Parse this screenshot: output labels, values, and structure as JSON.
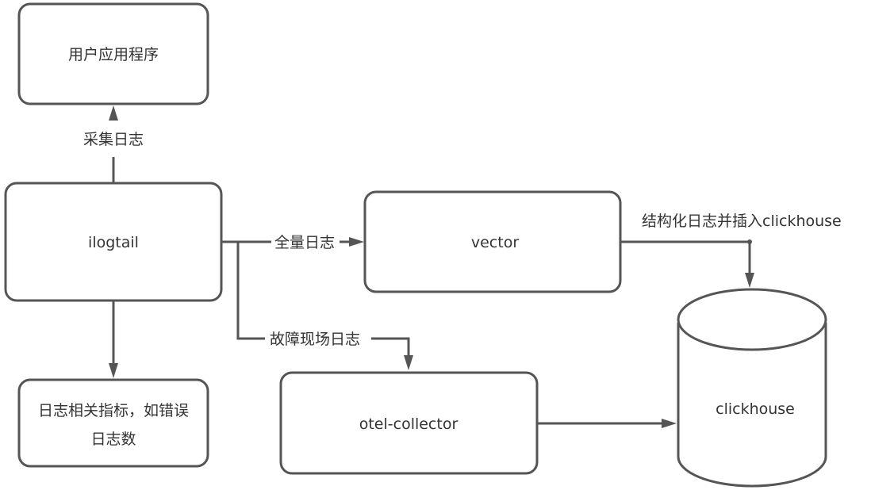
{
  "diagram": {
    "type": "flowchart",
    "nodes": {
      "user_app": {
        "label": "用户应用程序",
        "shape": "rounded-rectangle"
      },
      "ilogtail": {
        "label": "ilogtail",
        "shape": "rounded-rectangle"
      },
      "metrics": {
        "label_line1": "日志相关指标，如错误",
        "label_line2": "日志数",
        "shape": "rounded-rectangle"
      },
      "vector": {
        "label": "vector",
        "shape": "rounded-rectangle"
      },
      "otel_collector": {
        "label": "otel-collector",
        "shape": "rounded-rectangle"
      },
      "clickhouse": {
        "label": "clickhouse",
        "shape": "cylinder"
      }
    },
    "edges": [
      {
        "from": "ilogtail",
        "to": "user_app",
        "label": "采集日志"
      },
      {
        "from": "ilogtail",
        "to": "metrics",
        "label": ""
      },
      {
        "from": "ilogtail",
        "to": "vector",
        "label": "全量日志"
      },
      {
        "from": "ilogtail",
        "to": "otel_collector",
        "label": "故障现场日志"
      },
      {
        "from": "vector",
        "to": "clickhouse",
        "label": "结构化日志并插入clickhouse"
      },
      {
        "from": "otel_collector",
        "to": "clickhouse",
        "label": ""
      }
    ],
    "colors": {
      "stroke": "#555555",
      "text": "#333333",
      "background": "#ffffff"
    }
  }
}
